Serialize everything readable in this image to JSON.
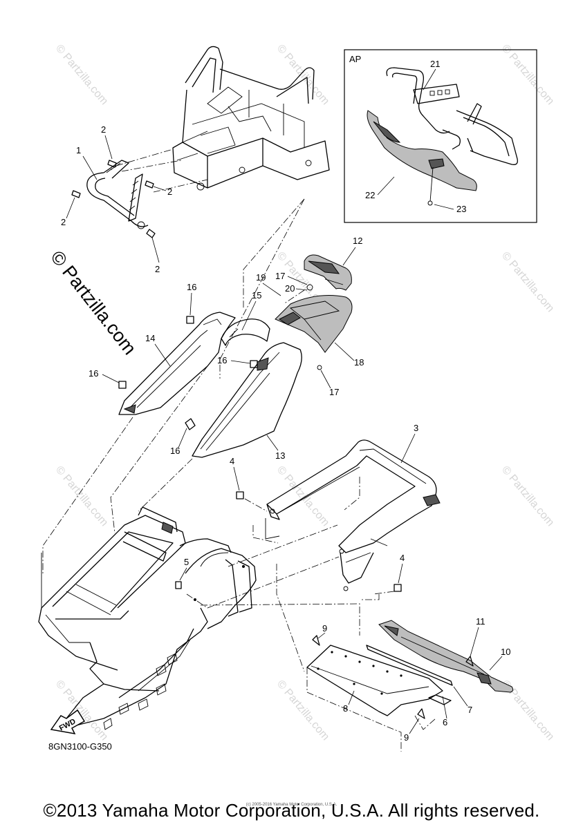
{
  "watermark": {
    "text": "© Partzilla.com"
  },
  "inset": {
    "label": "AP",
    "callouts": [
      "21",
      "22",
      "23"
    ]
  },
  "callouts": {
    "c1": "1",
    "c2a": "2",
    "c2b": "2",
    "c2c": "2",
    "c2d": "2",
    "c3": "3",
    "c4a": "4",
    "c4b": "4",
    "c5": "5",
    "c6": "6",
    "c7": "7",
    "c8": "8",
    "c9a": "9",
    "c9b": "9",
    "c10": "10",
    "c11": "11",
    "c12": "12",
    "c13": "13",
    "c14": "14",
    "c15": "15",
    "c16a": "16",
    "c16b": "16",
    "c16c": "16",
    "c16d": "16",
    "c17a": "17",
    "c17b": "17",
    "c18": "18",
    "c19": "19",
    "c20": "20",
    "c21": "21",
    "c22": "22",
    "c23": "23"
  },
  "fwd_label": "FWD",
  "diagram_code": "8GN3100-G350",
  "small_copyright": "(c) 2005-2016 Yamaha Motor Corporation, U.S.A.",
  "footer": "©2013 Yamaha Motor Corporation, U.S.A. All rights reserved."
}
